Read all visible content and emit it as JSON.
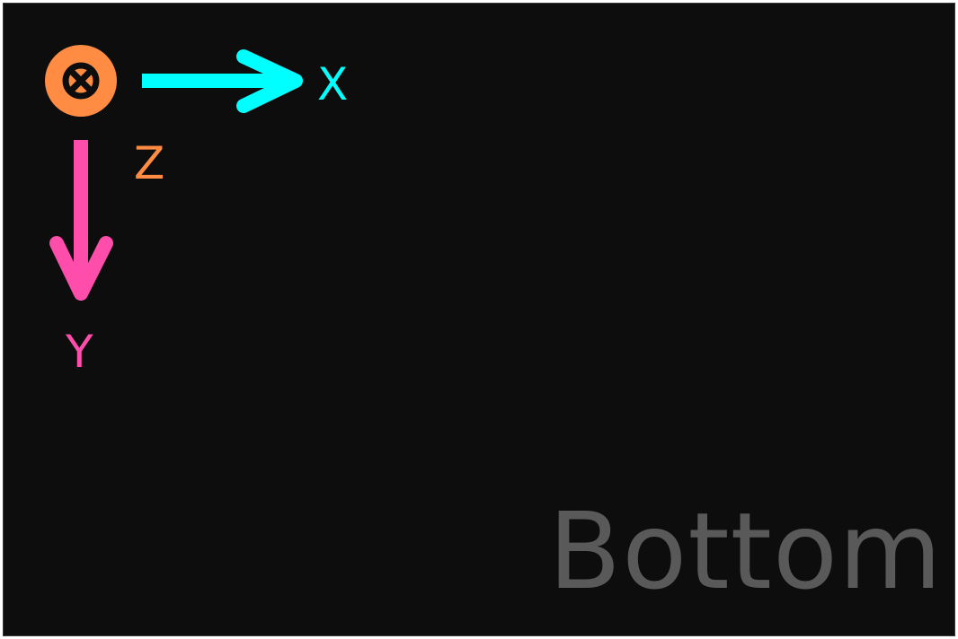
{
  "axes": {
    "x": {
      "label": "X",
      "color": "#00ffff",
      "direction": "right",
      "icon": "arrow-right-icon"
    },
    "y": {
      "label": "Y",
      "color": "#ff4dac",
      "direction": "down",
      "icon": "arrow-down-icon"
    },
    "z": {
      "label": "Z",
      "color": "#ff8c42",
      "direction": "into-page",
      "icon": "into-page-icon"
    }
  },
  "view": {
    "label": "Bottom",
    "color": "#595959"
  },
  "background": "#0d0d0d"
}
